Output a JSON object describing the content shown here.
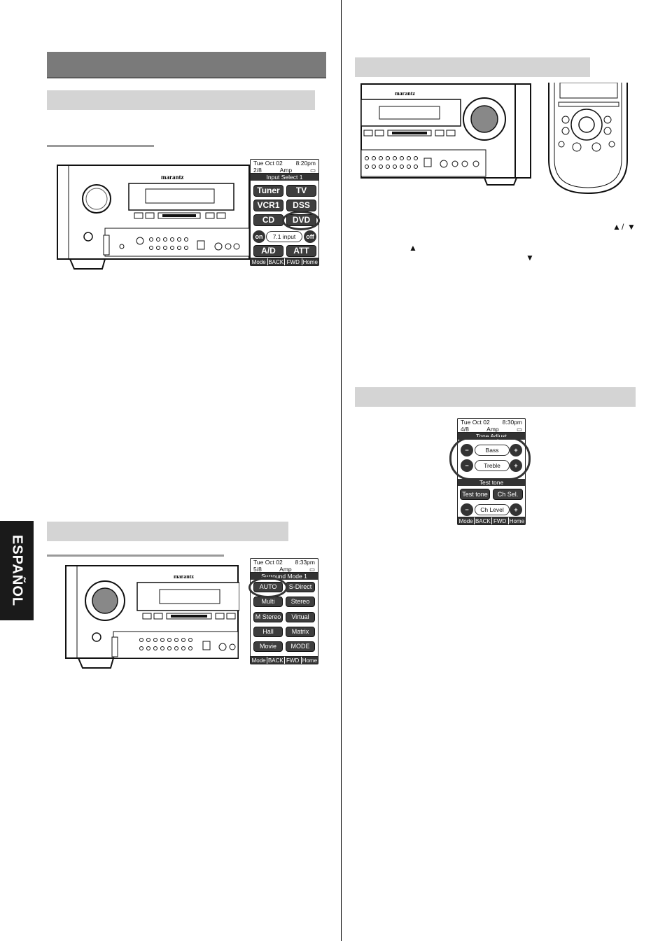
{
  "side_tab": {
    "label": "ESPAÑOL"
  },
  "receiver": {
    "brand": "marantz"
  },
  "remote_input": {
    "date": "Tue Oct 02",
    "time": "8:20pm",
    "page": "2/8",
    "device": "Amp",
    "title": "Input Select 1",
    "buttons": [
      "Tuner",
      "TV",
      "VCR1",
      "DSS",
      "CD",
      "DVD"
    ],
    "on": "on",
    "off": "off",
    "mid": "7.1 input",
    "bottom_buttons": [
      "A/D",
      "ATT"
    ],
    "footer": [
      "Mode",
      "BACK",
      "FWD",
      "Home"
    ]
  },
  "remote_surround": {
    "date": "Tue Oct 02",
    "time": "8:33pm",
    "page": "5/8",
    "device": "Amp",
    "title": "Surround Mode 1",
    "buttons": [
      "AUTO",
      "S-Direct",
      "Multi",
      "Stereo",
      "M Stereo",
      "Virtual",
      "Hall",
      "Matrix",
      "Movie",
      "MODE"
    ],
    "footer": [
      "Mode",
      "BACK",
      "FWD",
      "Home"
    ]
  },
  "remote_tone": {
    "date": "Tue Oct 02",
    "time": "8:30pm",
    "page": "4/8",
    "device": "Amp",
    "title": "Tone Adjust",
    "bass": "Bass",
    "treble": "Treble",
    "minus": "−",
    "plus": "+",
    "section2": "Test tone",
    "test_tone": "Test tone",
    "ch_sel": "Ch Sel.",
    "ch_level": "Ch Level",
    "footer": [
      "Mode",
      "BACK",
      "FWD",
      "Home"
    ]
  },
  "arrows": {
    "up": "▲",
    "down": "▼",
    "sep": "/"
  }
}
